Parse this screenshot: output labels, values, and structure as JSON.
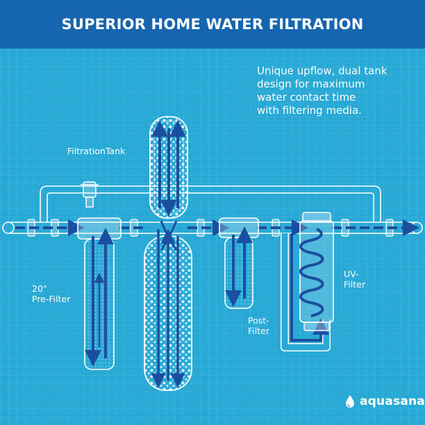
{
  "header": {
    "title": "SUPERIOR HOME WATER FILTRATION"
  },
  "description": {
    "lines": [
      "Unique upflow, dual tank",
      "design for maximum",
      "water contact time",
      "with filtering media."
    ]
  },
  "labels": {
    "filtration_tank": "FiltrationTank",
    "pre_filter": [
      "20\"",
      "Pre-Filter"
    ],
    "post_filter": [
      "Post-",
      "Filter"
    ],
    "uv_filter": [
      "UV-",
      "Filter"
    ]
  },
  "brand": {
    "name": "aquasana"
  },
  "colors": {
    "background": "#29a9d6",
    "header": "#1565b0",
    "flow": "#1a4fa0",
    "line": "#ffffff"
  },
  "icons": {
    "logo": "water-drop-icon",
    "flow": "arrow-icon"
  }
}
